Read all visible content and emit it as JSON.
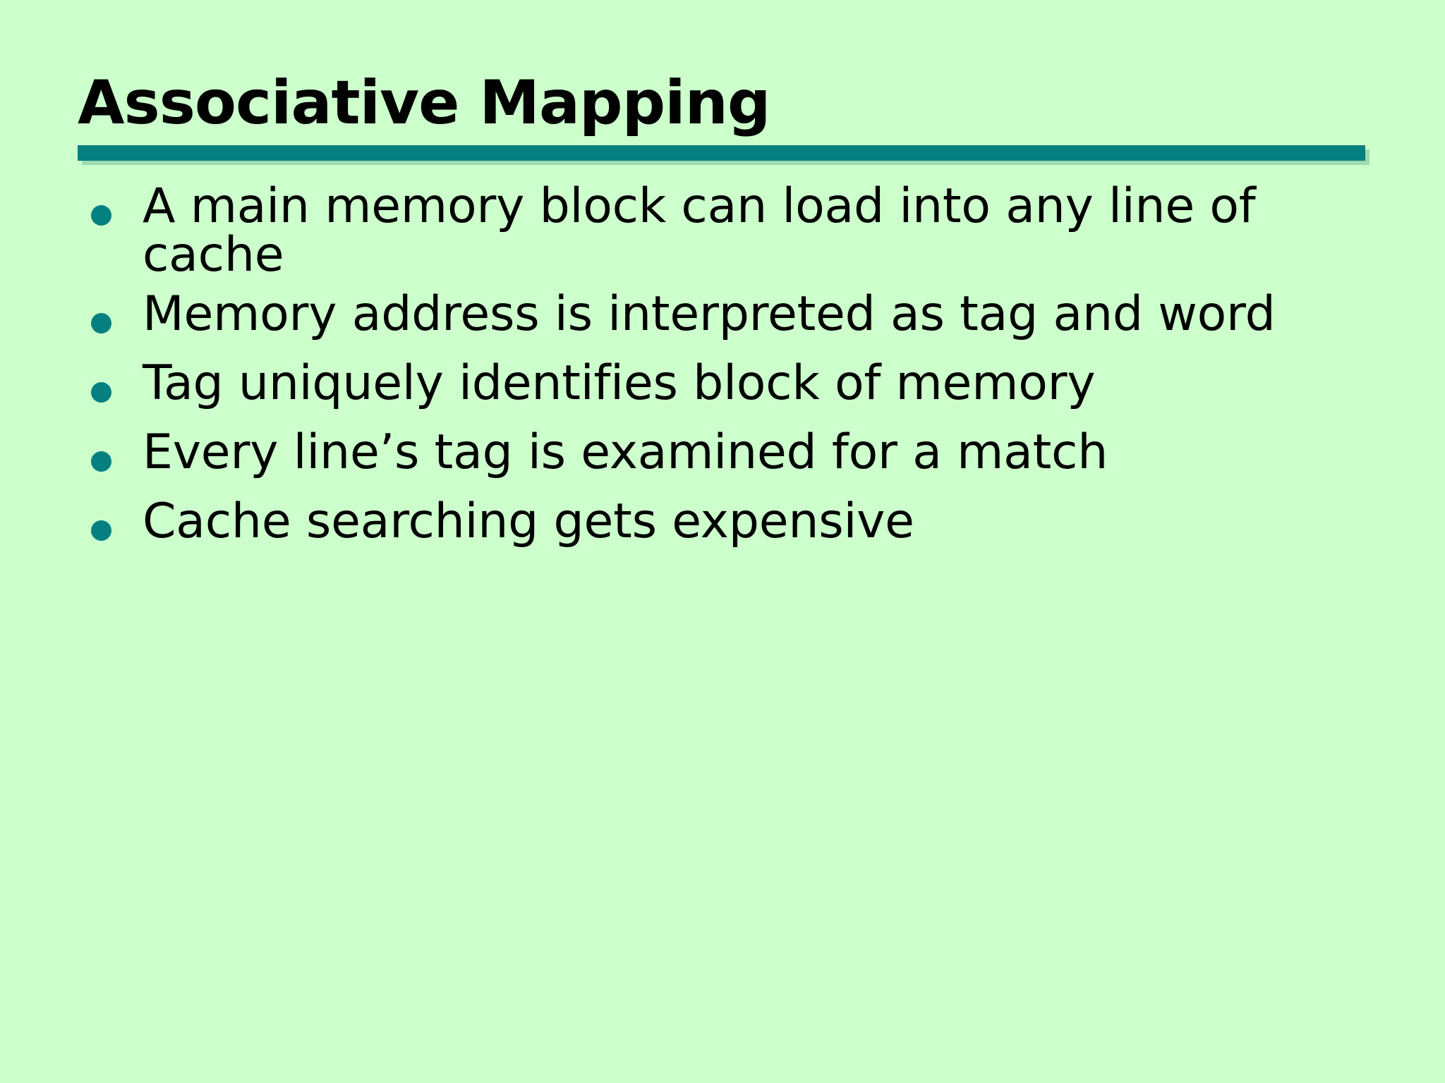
{
  "slide": {
    "title": "Associative Mapping",
    "background_color": "#ccffcc",
    "accent_color": "#03807f",
    "text_color": "#000000",
    "bullets": [
      {
        "text": "A main memory block can load into any line of cache",
        "bullet_glyph": "dot"
      },
      {
        "text": "Memory address is interpreted as tag and word",
        "bullet_glyph": "dot"
      },
      {
        "text": "Tag uniquely identifies block of memory",
        "bullet_glyph": "dot"
      },
      {
        "text": "Every line’s tag is examined for a match",
        "bullet_glyph": "dot"
      },
      {
        "text": "Cache searching gets expensive",
        "bullet_glyph": "dot"
      }
    ]
  }
}
